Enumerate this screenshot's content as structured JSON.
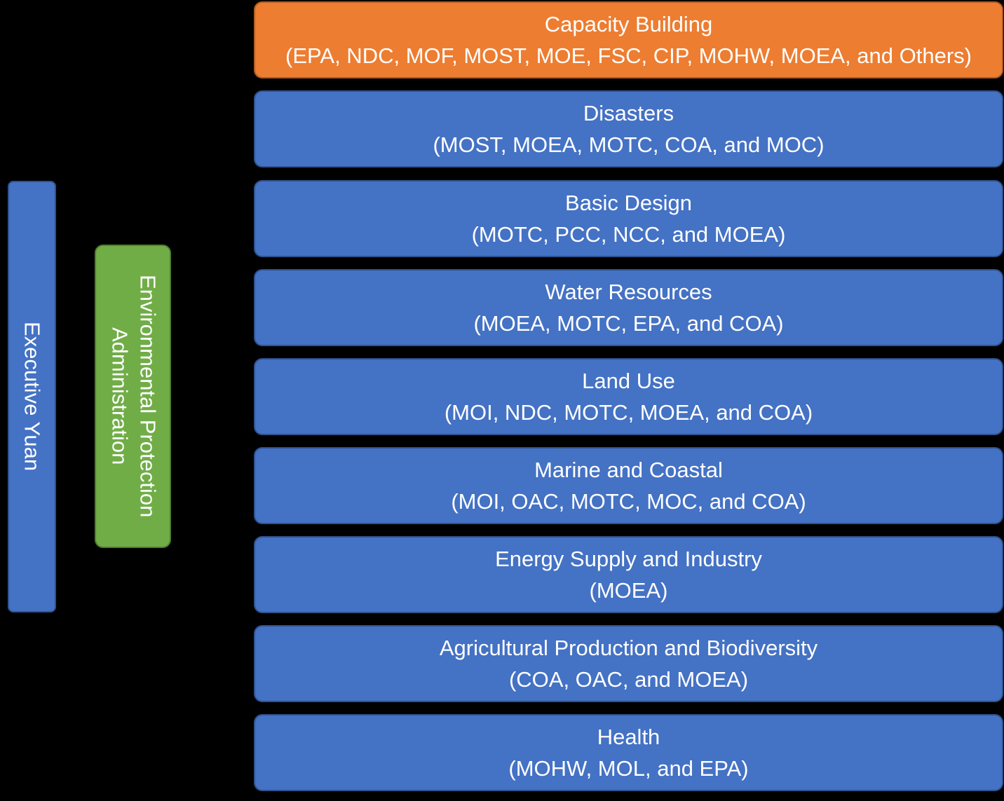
{
  "left_column": {
    "executive": "Executive Yuan",
    "agency": "Environmental Protection Administration"
  },
  "sectors": [
    {
      "name": "Capacity Building",
      "agencies": "(EPA, NDC, MOF, MOST, MOE, FSC, CIP, MOHW, MOEA, and Others)",
      "color": "#ED7D31"
    },
    {
      "name": "Disasters",
      "agencies": "(MOST, MOEA, MOTC, COA, and MOC)",
      "color": "#4472C4"
    },
    {
      "name": "Basic Design",
      "agencies": "(MOTC, PCC, NCC, and MOEA)",
      "color": "#4472C4"
    },
    {
      "name": "Water Resources",
      "agencies": "(MOEA, MOTC, EPA, and COA)",
      "color": "#4472C4"
    },
    {
      "name": "Land Use",
      "agencies": "(MOI, NDC, MOTC, MOEA, and COA)",
      "color": "#4472C4"
    },
    {
      "name": "Marine and Coastal",
      "agencies": "(MOI, OAC, MOTC, MOC, and COA)",
      "color": "#4472C4"
    },
    {
      "name": "Energy Supply and Industry",
      "agencies": "(MOEA)",
      "color": "#4472C4"
    },
    {
      "name": "Agricultural Production and Biodiversity",
      "agencies": "(COA, OAC, and MOEA)",
      "color": "#4472C4"
    },
    {
      "name": "Health",
      "agencies": "(MOHW, MOL, and EPA)",
      "color": "#4472C4"
    }
  ],
  "colors": {
    "background": "#000000",
    "blue": "#4472C4",
    "orange": "#ED7D31",
    "green": "#70AD47"
  }
}
